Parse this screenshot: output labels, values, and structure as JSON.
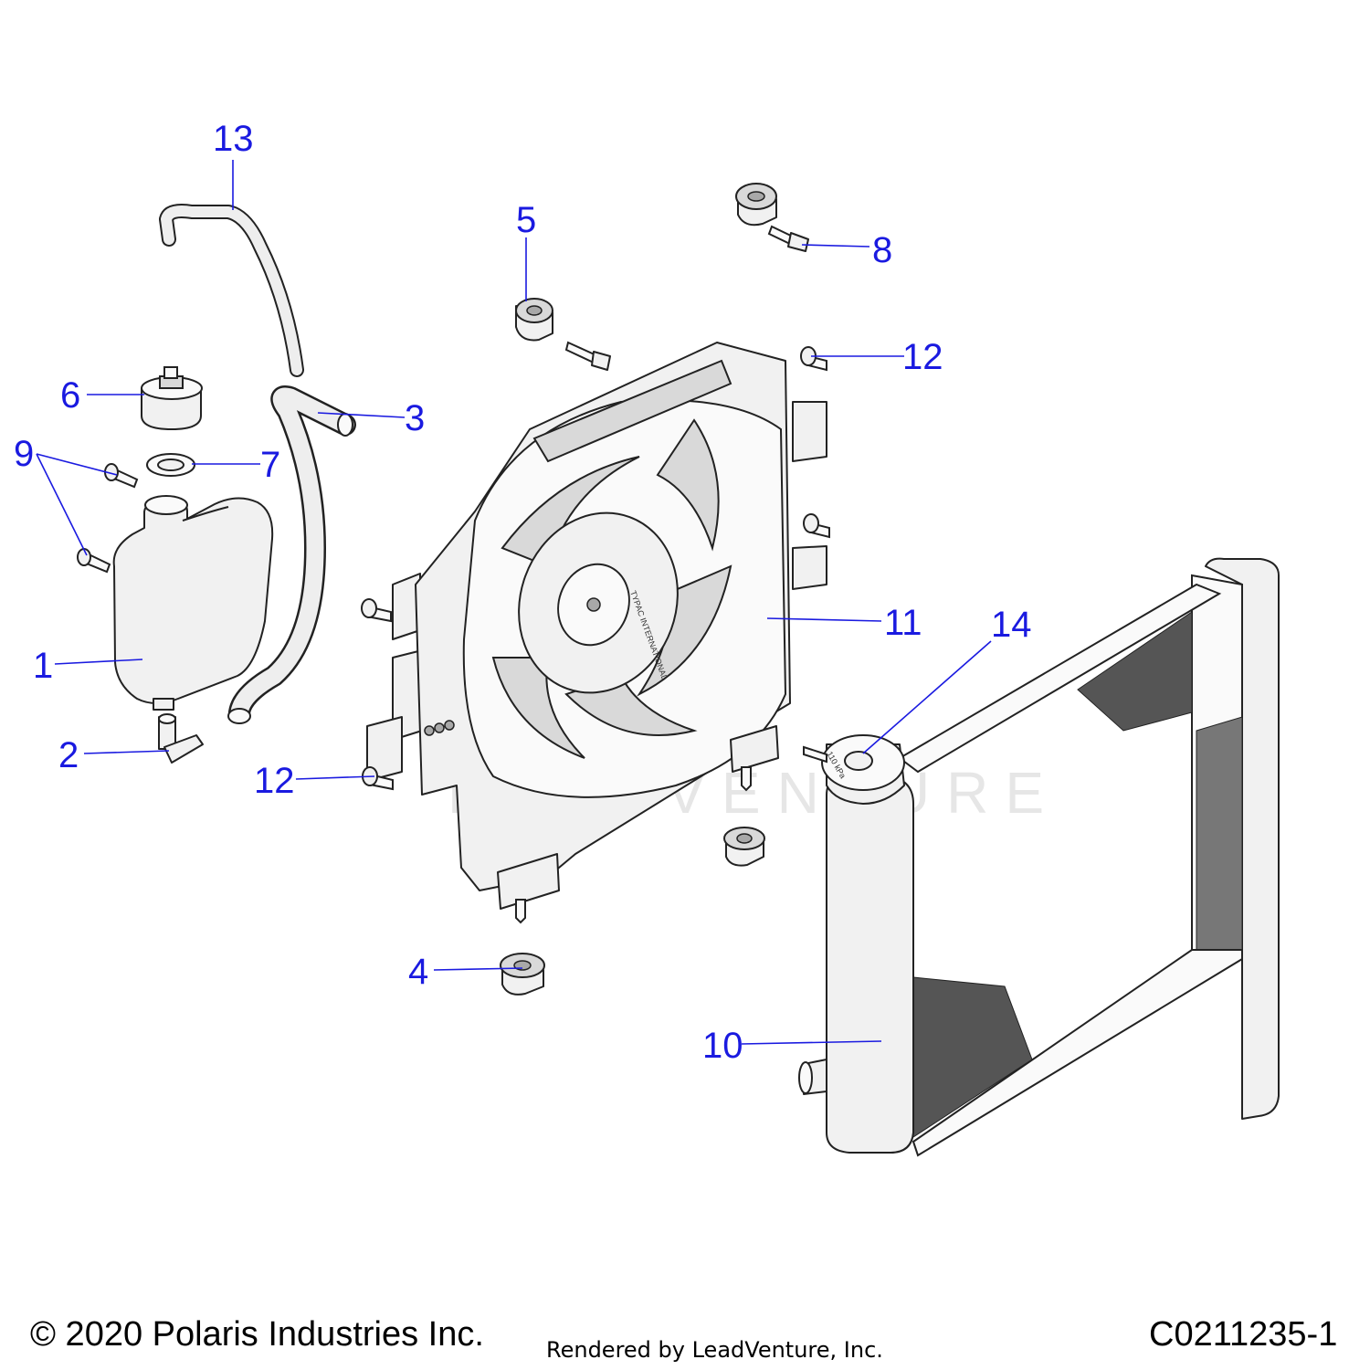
{
  "diagram": {
    "watermark": "LEADVENTURE",
    "fan_label": "TYPAC INTERNATIONAL",
    "cap_label": "110 kPa"
  },
  "callouts": [
    "13",
    "5",
    "8",
    "12",
    "6",
    "3",
    "9",
    "7",
    "1",
    "2",
    "11",
    "14",
    "12",
    "4",
    "10"
  ],
  "footer": {
    "copyright": "© 2020 Polaris Industries Inc.",
    "rendered_by": "Rendered by LeadVenture, Inc.",
    "drawing_number": "C0211235-1"
  }
}
